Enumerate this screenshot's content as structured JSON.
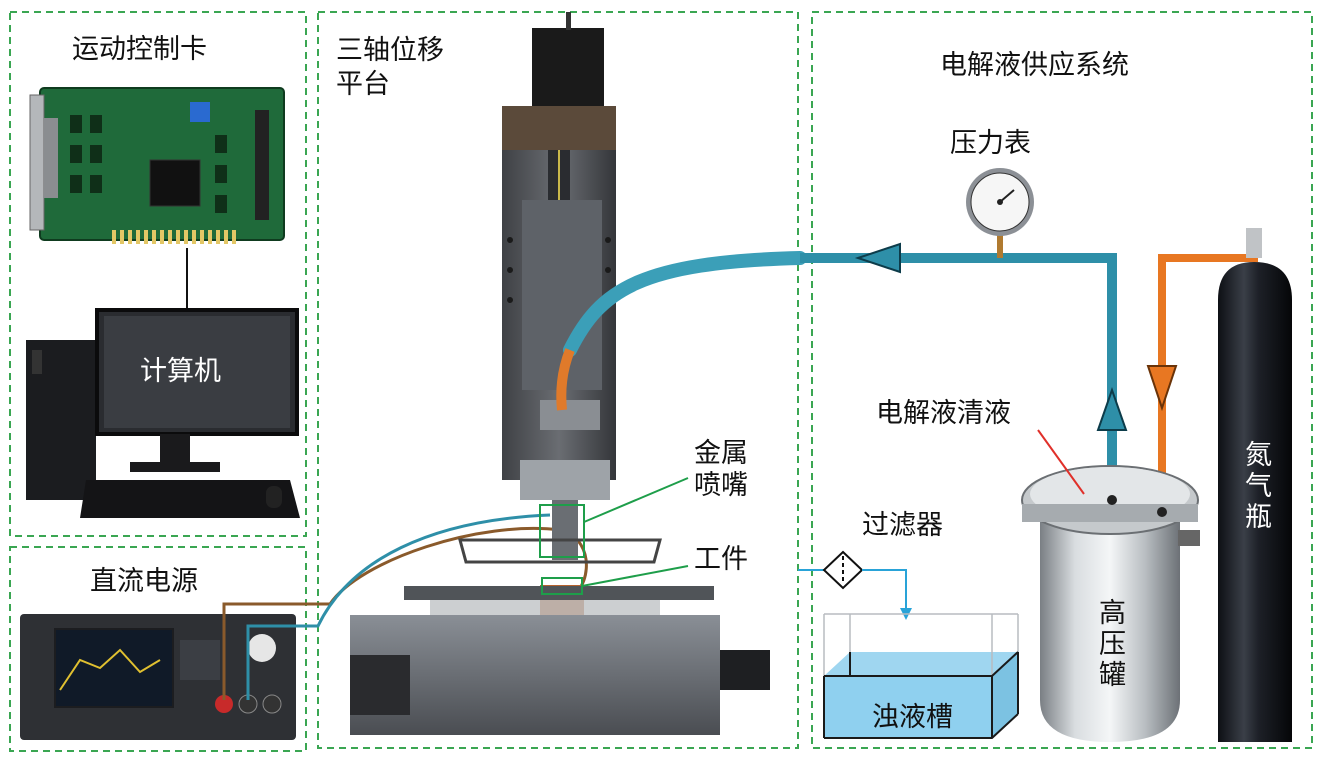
{
  "sections": {
    "motion_card": "运动控制卡",
    "stage": "三轴位移\n平台",
    "supply": "电解液供应系统",
    "power": "直流电源"
  },
  "labels": {
    "computer": "计算机",
    "pressure_gauge": "压力表",
    "clean_electrolyte": "电解液清液",
    "nozzle": "金属\n喷嘴",
    "workpiece": "工件",
    "filter": "过滤器",
    "waste_tank": "浊液槽",
    "high_pressure_tank": "高压罐",
    "nitrogen_bottle": "氮气瓶"
  },
  "colors": {
    "section_border": "#3aa652",
    "electrolyte_pipe": "#2e8fa8",
    "nitrogen_pipe": "#e87722",
    "waste_line": "#29a3d8",
    "tank_liquid": "#8fd0ef",
    "callout_green": "#1e9e4a",
    "callout_red": "#e0302a"
  }
}
